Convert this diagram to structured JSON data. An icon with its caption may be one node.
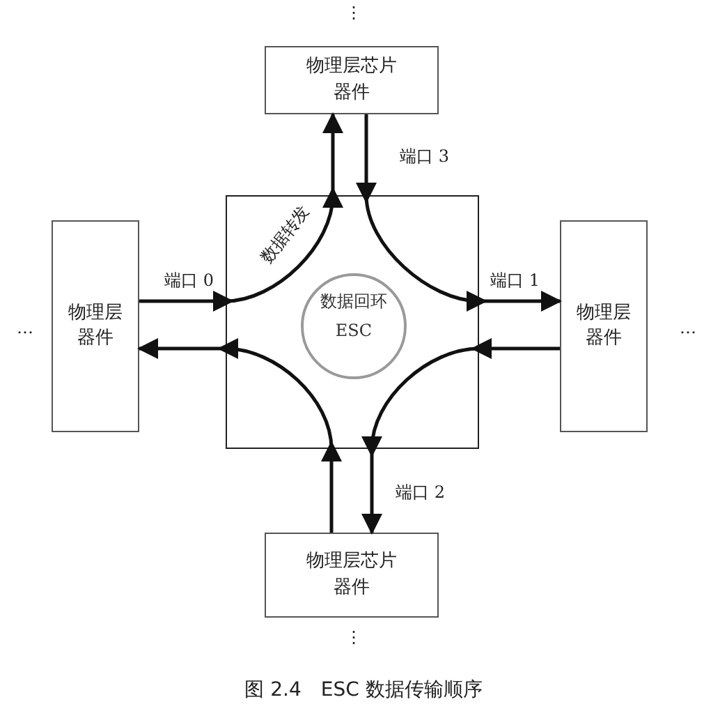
{
  "diagram": {
    "caption": "图 2.4　ESC 数据传输顺序",
    "nodes": [
      {
        "text": [
          "物理层芯片器件"
        ],
        "beside": [
          "⋮"
        ]
      },
      {
        "text": [
          "物理层器件"
        ],
        "beside": [
          "…"
        ]
      },
      {
        "text": [],
        "shape": "box"
      },
      {
        "text": [
          "数据回环",
          "ESC"
        ],
        "in": 2
      },
      {
        "text": [
          "物理层器件"
        ],
        "beside": [
          "…"
        ]
      },
      {
        "text": [
          "物理层芯片器件"
        ],
        "beside": [
          "⋮"
        ]
      }
    ],
    "edges": [
      {
        "from": 1,
        "to": 0,
        "arrow": "to",
        "label": "数据转发"
      },
      {
        "from": 0,
        "to": 4,
        "arrow": "to"
      },
      {
        "from": 4,
        "to": 5,
        "arrow": "to"
      },
      {
        "from": 5,
        "to": 1,
        "arrow": "to"
      }
    ],
    "labels": [
      "端口 3",
      "端口 0",
      "端口 1",
      "端口 2"
    ]
  }
}
